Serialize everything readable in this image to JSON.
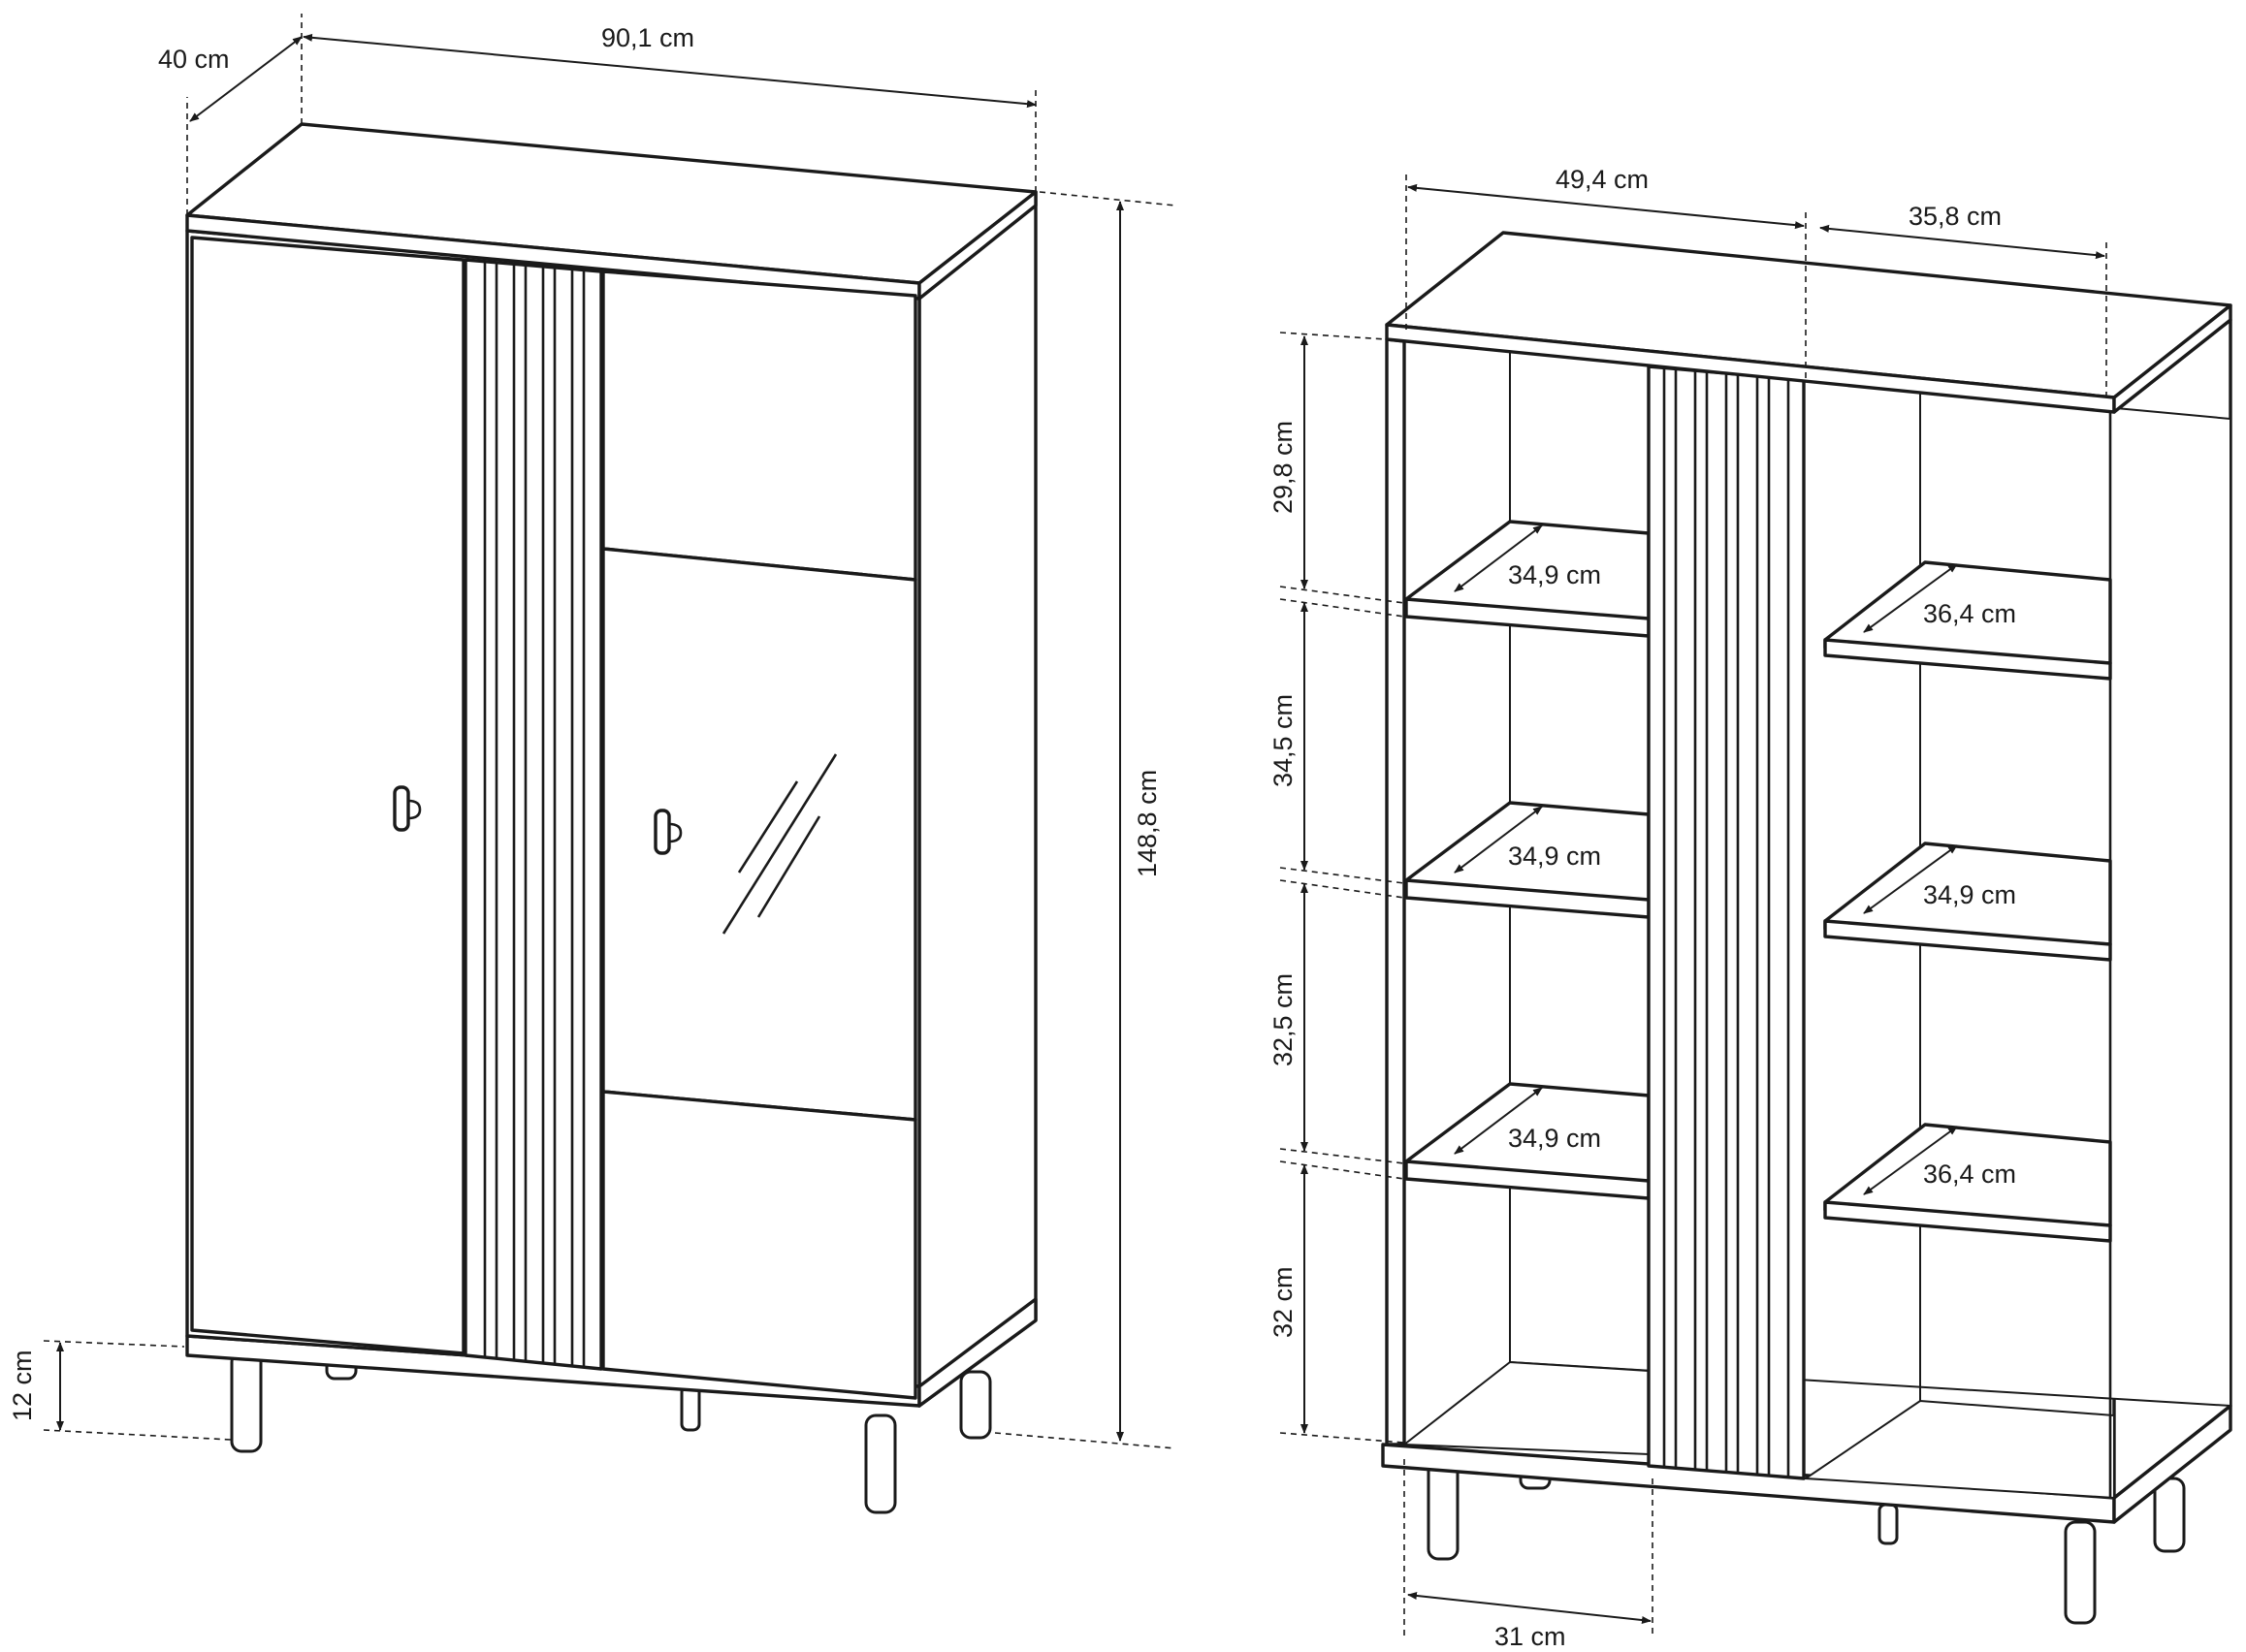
{
  "closed_view": {
    "depth": "40 cm",
    "width": "90,1 cm",
    "height": "148,8 cm",
    "leg_height": "12 cm"
  },
  "open_view": {
    "left_width": "49,4 cm",
    "right_width": "35,8 cm",
    "compartment_heights": [
      "29,8 cm",
      "34,5 cm",
      "32,5 cm",
      "32 cm"
    ],
    "left_shelf_depths": [
      "34,9 cm",
      "34,9 cm",
      "34,9 cm"
    ],
    "right_shelf_depths": [
      "36,4 cm",
      "34,9 cm",
      "36,4 cm"
    ],
    "bottom_width": "31 cm"
  }
}
